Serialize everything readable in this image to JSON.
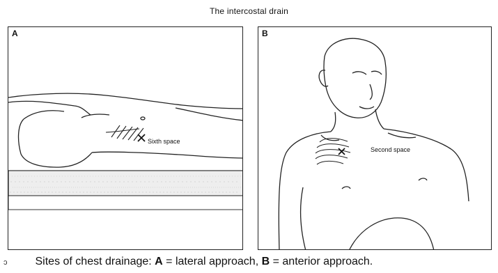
{
  "figure": {
    "title": "The intercostal drain",
    "panel_a": {
      "letter": "A",
      "site_label": "Sixth space"
    },
    "panel_b": {
      "letter": "B",
      "site_label": "Second space"
    }
  },
  "caption": {
    "leading_glyph": "ɔ",
    "prefix": "Sites of chest drainage: ",
    "a_key": "A",
    "a_text": " = lateral approach, ",
    "b_key": "B",
    "b_text": " = anterior approach."
  }
}
